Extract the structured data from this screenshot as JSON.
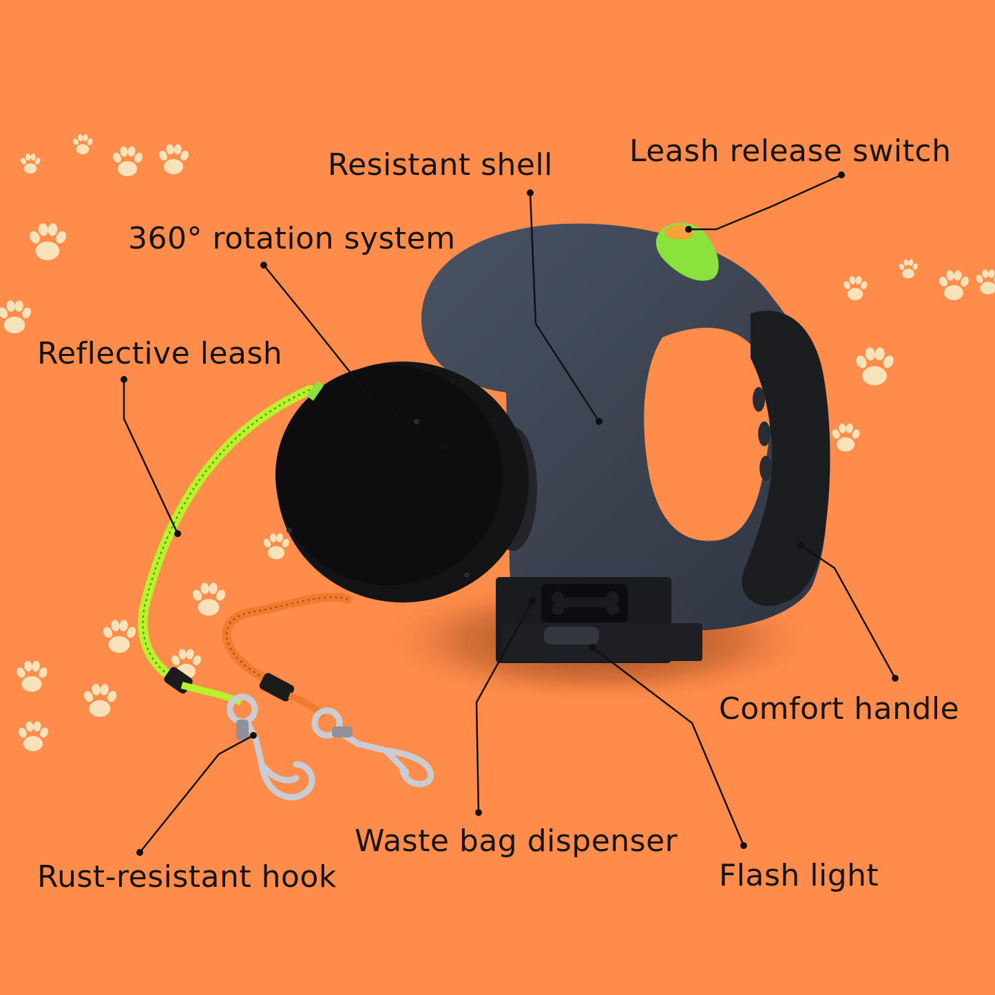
{
  "colors": {
    "background": "#FF8C4B",
    "paw": "#F8E2B9",
    "shell": "#3A4250",
    "handle": "#1C1D21",
    "reel": "#141416",
    "reflective_leash": "#B8F22A",
    "orange_leash": "#F07A2E",
    "switch": "#8BE23A",
    "hook_metal": "#C9CCD2",
    "leader_line": "#111111",
    "label_text": "#141414"
  },
  "icons": [
    "paw-print-icon",
    "bone-icon"
  ],
  "callouts": {
    "resistant_shell": "Resistant shell",
    "leash_release_switch": "Leash release switch",
    "rotation_system": "360° rotation system",
    "reflective_leash": "Reflective leash",
    "comfort_handle": "Comfort handle",
    "waste_bag_dispenser": "Waste bag dispenser",
    "flash_light": "Flash light",
    "rust_resistant_hook": "Rust-resistant hook"
  }
}
